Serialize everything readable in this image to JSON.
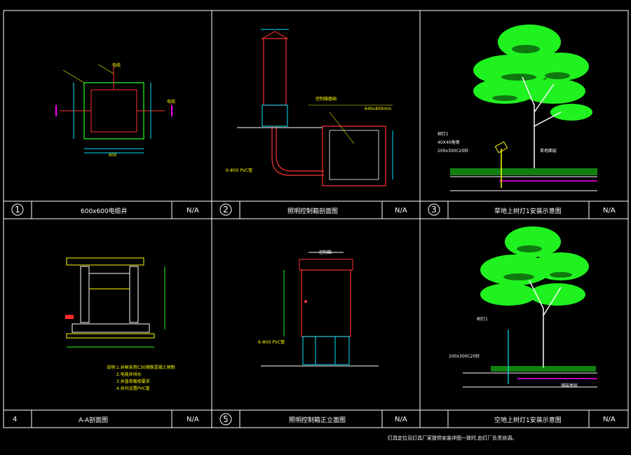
{
  "panels": [
    {
      "number": "1",
      "title": "600x600电缆井",
      "scale": "N/A"
    },
    {
      "number": "2",
      "title": "照明控制箱剖面图",
      "scale": "N/A"
    },
    {
      "number": "3",
      "title": "草地上树灯1安装示意图",
      "scale": "N/A"
    },
    {
      "number": "4",
      "title": "A-A剖面图",
      "scale": "N/A"
    },
    {
      "number": "5",
      "title": "照明控制箱正立面图",
      "scale": "N/A"
    },
    {
      "number": "",
      "title": "空地上树灯1安装示意图",
      "scale": "N/A"
    }
  ],
  "panel1": {
    "dim_bottom": "600",
    "label_top": "电缆",
    "label_right": "电缆"
  },
  "panel2": {
    "pipe_label": "6-Φ50 PVC管",
    "box_label": "640x400mm",
    "label_a": "控制箱基础"
  },
  "panel3": {
    "label_lamp": "树灯1",
    "label_box": "40X40角钢",
    "label_base": "200x300C20砼",
    "label_soil": "草地面层"
  },
  "panel4": {
    "notes": [
      "说明:1.井框采用C30钢筋混凝土预制",
      "2.电缆井排水",
      "3.井盖荷载按要求",
      "4.井内设置PVC管"
    ]
  },
  "panel5": {
    "pipe_label": "6-Φ50 PVC管",
    "top_label": "控制箱"
  },
  "panel6": {
    "label_lamp": "树灯1",
    "label_base": "200x300C20砼",
    "label_soil": "铺装面层"
  },
  "footer_note": "灯具定位见灯具厂家提供安装详图一致时,由灯厂负责协调。",
  "colors": {
    "frame": "#ffffff",
    "green": "#22ff22",
    "yellow": "#ffff00",
    "red": "#ff2a2a",
    "cyan": "#00e5ff",
    "magenta": "#ff00ff"
  }
}
